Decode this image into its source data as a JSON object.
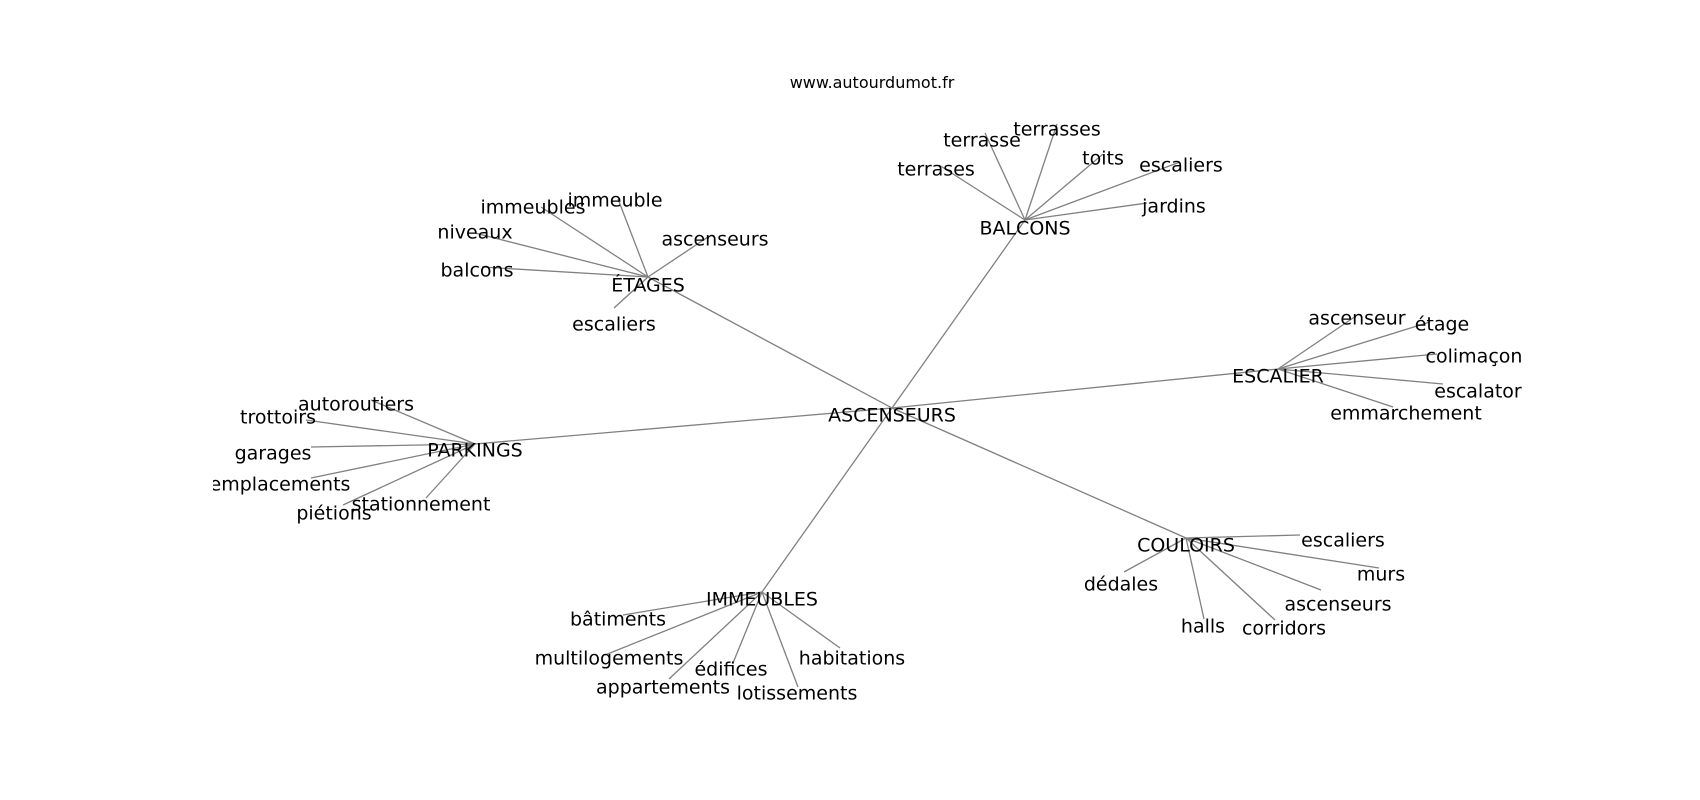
{
  "site": "www.autourdumot.fr",
  "graph": {
    "center": "ASCENSEURS",
    "hubs": [
      {
        "label": "BALCONS",
        "leaves": [
          "terrasse",
          "terrasses",
          "toits",
          "escaliers",
          "jardins",
          "terrases"
        ]
      },
      {
        "label": "ÉTAGES",
        "leaves": [
          "immeubles",
          "immeuble",
          "ascenseurs",
          "niveaux",
          "balcons",
          "escaliers"
        ]
      },
      {
        "label": "ESCALIER",
        "leaves": [
          "ascenseur",
          "étage",
          "colimaçon",
          "escalator",
          "emmarchement"
        ]
      },
      {
        "label": "PARKINGS",
        "leaves": [
          "autoroutiers",
          "trottoirs",
          "garages",
          "emplacements",
          "piétions",
          "stationnement"
        ]
      },
      {
        "label": "COULOIRS",
        "leaves": [
          "escaliers",
          "murs",
          "ascenseurs",
          "corridors",
          "halls",
          "dédales"
        ]
      },
      {
        "label": "IMMEUBLES",
        "leaves": [
          "bâtiments",
          "multilogements",
          "édifices",
          "appartements",
          "lotissements",
          "habitations"
        ]
      }
    ]
  }
}
